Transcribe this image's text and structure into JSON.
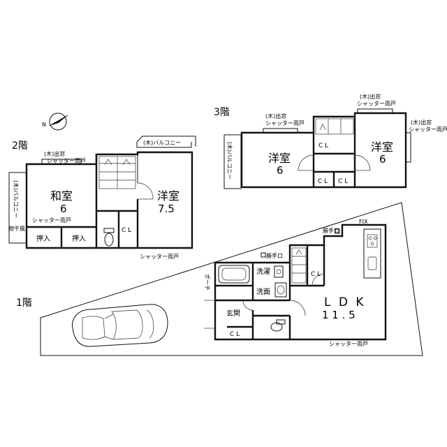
{
  "floor_labels": {
    "floor2": "2階",
    "floor3": "3階",
    "floor1": "1階"
  },
  "compass_label": "N",
  "floor2": {
    "washitsu": "和室",
    "washitsu_size": "6",
    "youshitsu": "洋室",
    "youshitsu_size": "7.5",
    "window_note_top": "(木)出窓",
    "window_note_top_2": "シャッター雨戸",
    "balcony_top": "(木)バルコニー",
    "balcony_left": "(木)バルコニー",
    "shutter_left": "シャッター雨戸",
    "shutter_bottom": "シャッター雨戸",
    "drying": "物干風",
    "closet1": "押入",
    "closet2": "押入",
    "cl": "C L"
  },
  "floor3": {
    "room1": "洋室",
    "room1_size": "6",
    "room2": "洋室",
    "room2_size": "6",
    "note_a1": "(木)出窓",
    "note_a2": "シャッター雨戸",
    "note_b1": "(木)出窓",
    "note_b2": "シャッター雨戸",
    "note_c1": "(木)出窓",
    "note_c2": "シャッター雨戸",
    "balcony": "(木)バルコニー",
    "cl1": "C L",
    "cl2": "C L",
    "cl3": "C L"
  },
  "floor1": {
    "ldk": "L D K",
    "ldk_size": "1 1 . 5",
    "entrance": "玄関",
    "porch": "ポーチ",
    "laundry": "洗濯",
    "washroom": "洗面",
    "service_door_1": "勝手口",
    "service_door_2": "勝手口",
    "fix": "FIX",
    "shutter": "シャッター雨戸",
    "cl_stair": "C L",
    "cl_entry": "C L"
  }
}
